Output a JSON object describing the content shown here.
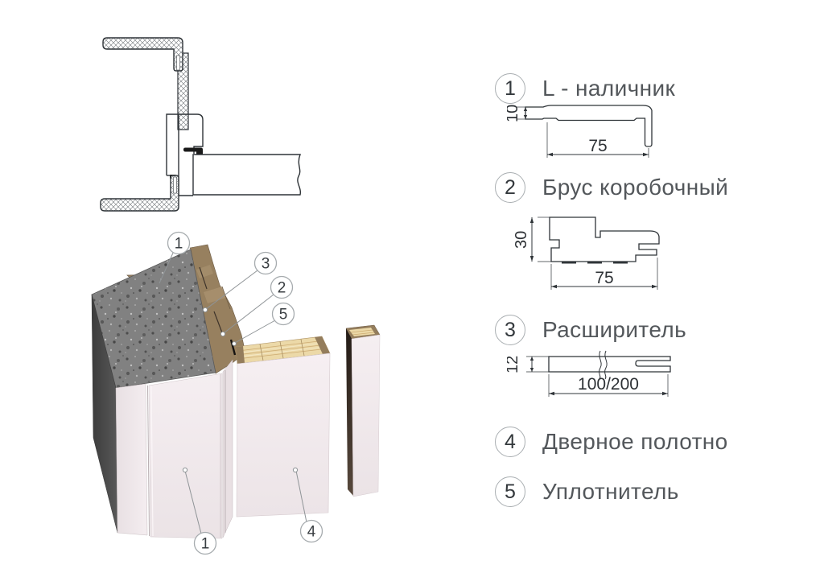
{
  "legend": {
    "items": [
      {
        "number": "1",
        "label": "L - наличник",
        "dims": {
          "height": "10",
          "width": "75"
        }
      },
      {
        "number": "2",
        "label": "Брус коробочный",
        "dims": {
          "height": "30",
          "width": "75"
        }
      },
      {
        "number": "3",
        "label": "Расширитель",
        "dims": {
          "height": "12",
          "width": "100/200"
        }
      },
      {
        "number": "4",
        "label": "Дверное полотно"
      },
      {
        "number": "5",
        "label": "Уплотнитель"
      }
    ]
  },
  "assembly": {
    "callouts": [
      "1",
      "3",
      "2",
      "5",
      "1",
      "4"
    ]
  },
  "colors": {
    "line": "#2f3438",
    "text": "#53575b",
    "dimension_text": "#2e3236",
    "concrete": "#7f7f7f",
    "mdf_brown": "#97805f",
    "panel_white": "#f3ecef",
    "pine": "#ecd9a8",
    "seal_black": "#1a1a1a",
    "callout_stroke": "#a6abae"
  }
}
